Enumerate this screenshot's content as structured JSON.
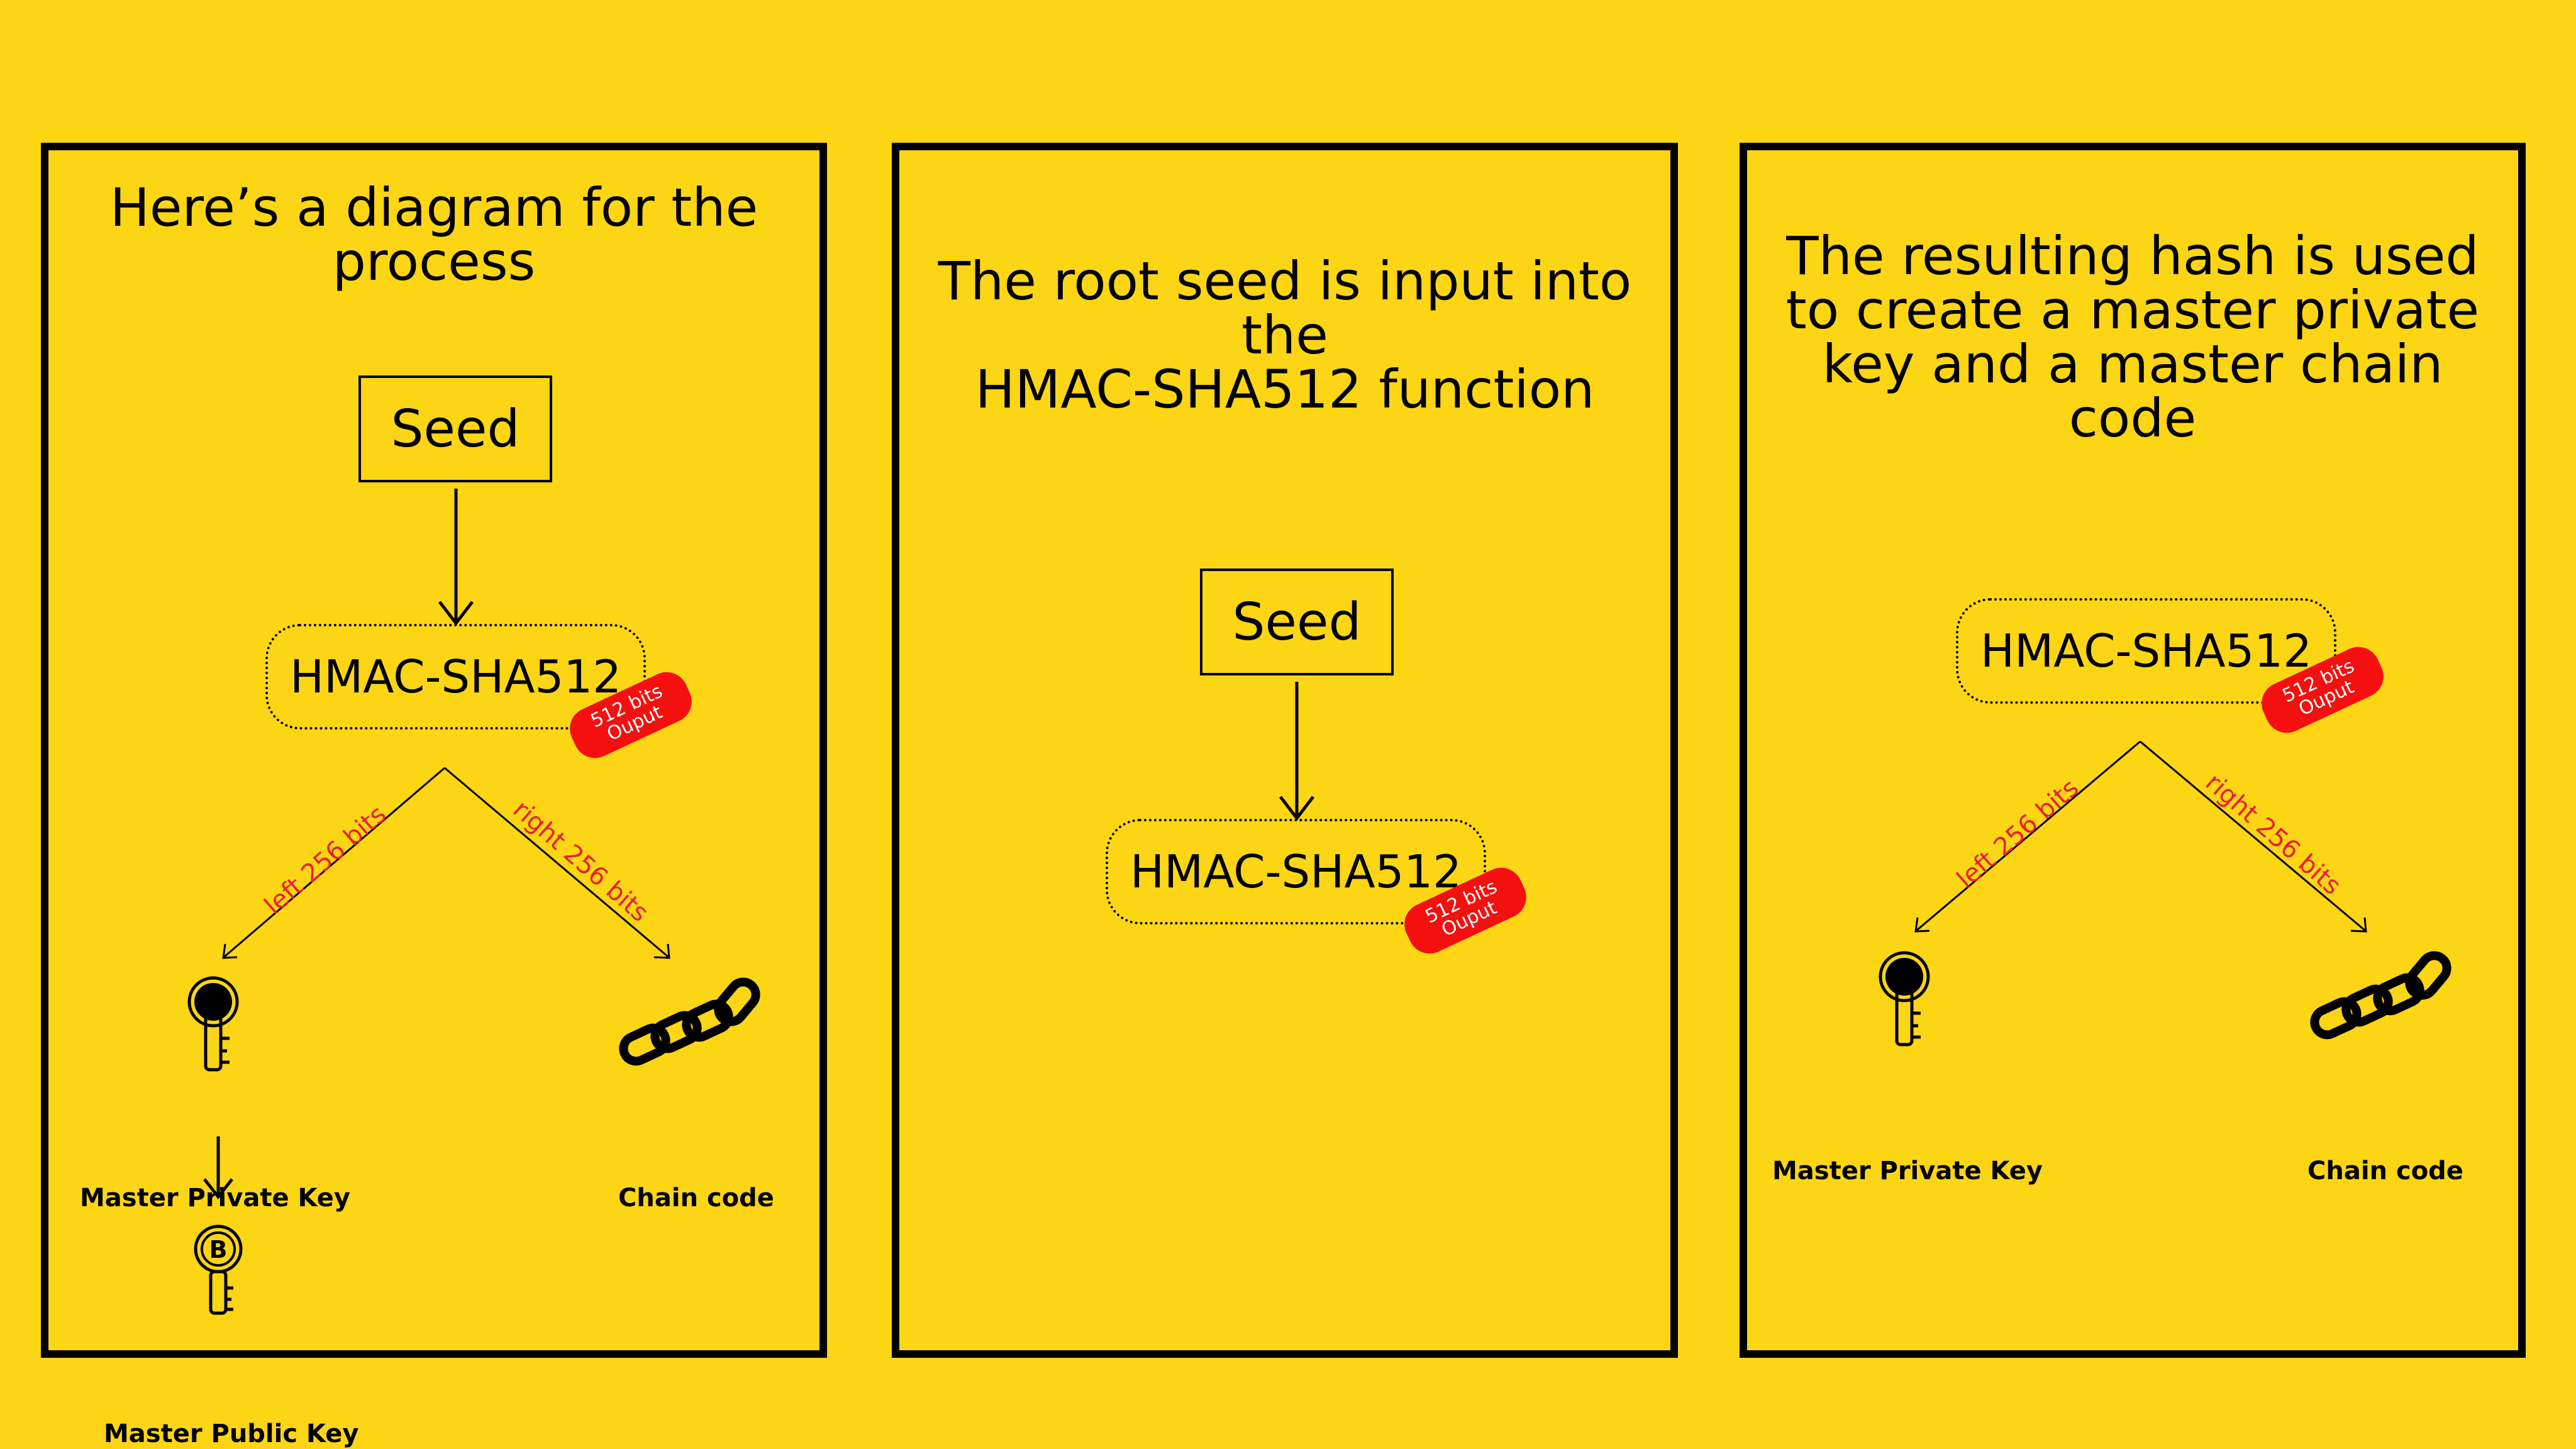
{
  "panels": [
    {
      "title": "Here’s a diagram for the\nprocess",
      "seed": "Seed",
      "hmac": "HMAC-SHA512",
      "tag": {
        "line1": "512 bits",
        "line2": "Ouput"
      },
      "left_branch": "left 256 bits",
      "right_branch": "right 256 bits",
      "private_key": "Master Private Key",
      "chain_code": "Chain code",
      "public_key": "Master Public Key"
    },
    {
      "title": "The root seed is input into the\nHMAC-SHA512 function",
      "seed": "Seed",
      "hmac": "HMAC-SHA512",
      "tag": {
        "line1": "512 bits",
        "line2": "Ouput"
      }
    },
    {
      "title": "The resulting hash is used\nto create a master private\nkey and a master chain\ncode",
      "hmac": "HMAC-SHA512",
      "tag": {
        "line1": "512 bits",
        "line2": "Ouput"
      },
      "left_branch": "left 256 bits",
      "right_branch": "right 256 bits",
      "private_key": "Master Private Key",
      "chain_code": "Chain code"
    }
  ],
  "colors": {
    "background": "#FCD514",
    "tag": "#F50F0F",
    "branch_label": "#E8202A"
  }
}
